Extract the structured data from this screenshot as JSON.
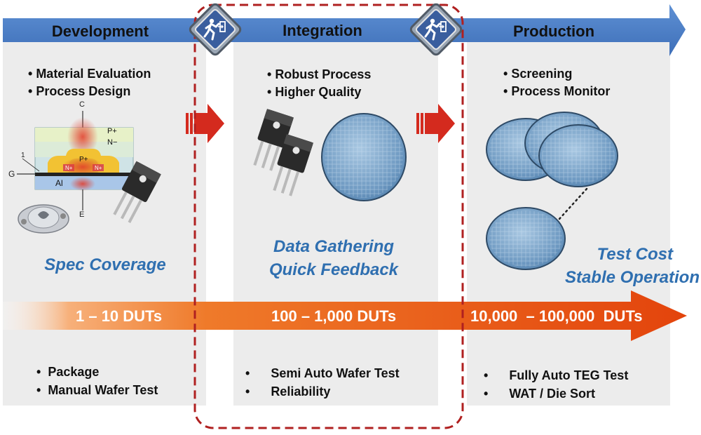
{
  "stages": [
    {
      "title": "Development",
      "top_bullets": [
        "Material Evaluation",
        "Process Design"
      ],
      "highlight": [
        "Spec Coverage"
      ],
      "dut_range": "1 – 10 DUTs",
      "bottom_bullets": [
        "Package",
        "Manual Wafer Test"
      ]
    },
    {
      "title": "Integration",
      "top_bullets": [
        "Robust Process",
        "Higher Quality"
      ],
      "highlight": [
        "Data Gathering",
        "Quick Feedback"
      ],
      "dut_range": "100 – 1,000 DUTs",
      "bottom_bullets": [
        "Semi Auto Wafer Test",
        "Reliability"
      ]
    },
    {
      "title": "Production",
      "top_bullets": [
        "Screening",
        "Process Monitor"
      ],
      "highlight": [
        "Test Cost",
        "Stable Operation"
      ],
      "dut_range": "10,000  – 100,000  DUTs",
      "bottom_bullets": [
        "Fully Auto TEG Test",
        "WAT / Die Sort"
      ]
    }
  ],
  "igbt_labels": {
    "collector": "C",
    "gate": "G",
    "emitter": "E",
    "p_plus": "P+",
    "n_minus": "N−",
    "p_plus_well": "P+",
    "n_plus_left": "N+",
    "n_plus_right": "N+",
    "oxide": "1",
    "metal": "Al"
  },
  "colors": {
    "banner_blue": "#4a7cc4",
    "panel_gray": "#ececec",
    "highlight_blue": "#2f6fb0",
    "arrow_orange": "#ea5a10",
    "arrow_red": "#d42a1e",
    "dash_red": "#b02020"
  },
  "icons": [
    "exit-sign-icon",
    "exit-sign-icon"
  ]
}
